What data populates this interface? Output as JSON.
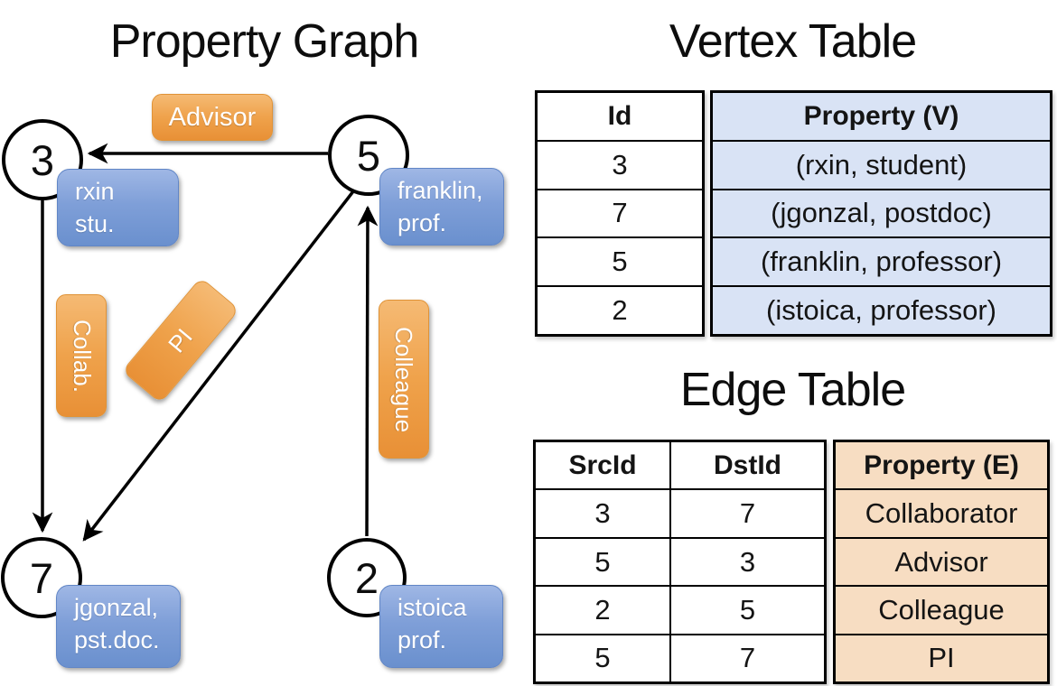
{
  "titles": {
    "graph": "Property Graph",
    "vertex_table": "Vertex Table",
    "edge_table": "Edge Table"
  },
  "graph": {
    "vertices": [
      {
        "id": "3",
        "lines": [
          "rxin",
          "stu."
        ]
      },
      {
        "id": "5",
        "lines": [
          "franklin,",
          "prof."
        ]
      },
      {
        "id": "7",
        "lines": [
          "jgonzal,",
          "pst.doc."
        ]
      },
      {
        "id": "2",
        "lines": [
          "istoica",
          "prof."
        ]
      }
    ],
    "edge_labels": [
      {
        "label": "Advisor"
      },
      {
        "label": "Collab."
      },
      {
        "label": "PI"
      },
      {
        "label": "Colleague"
      }
    ]
  },
  "vertex_table": {
    "headers": {
      "id": "Id",
      "property": "Property (V)"
    },
    "rows": [
      {
        "id": "3",
        "property": "(rxin, student)"
      },
      {
        "id": "7",
        "property": "(jgonzal, postdoc)"
      },
      {
        "id": "5",
        "property": "(franklin, professor)"
      },
      {
        "id": "2",
        "property": "(istoica, professor)"
      }
    ]
  },
  "edge_table": {
    "headers": {
      "src": "SrcId",
      "dst": "DstId",
      "property": "Property (E)"
    },
    "rows": [
      {
        "src": "3",
        "dst": "7",
        "property": "Collaborator"
      },
      {
        "src": "5",
        "dst": "3",
        "property": "Advisor"
      },
      {
        "src": "2",
        "dst": "5",
        "property": "Colleague"
      },
      {
        "src": "5",
        "dst": "7",
        "property": "PI"
      }
    ]
  },
  "colors": {
    "edge_label_fill": "#efa24b",
    "vertex_label_fill": "#7f9fd8",
    "vertex_table_fill": "#d9e3f5",
    "edge_table_fill": "#f7ddc2",
    "line": "#000000"
  }
}
